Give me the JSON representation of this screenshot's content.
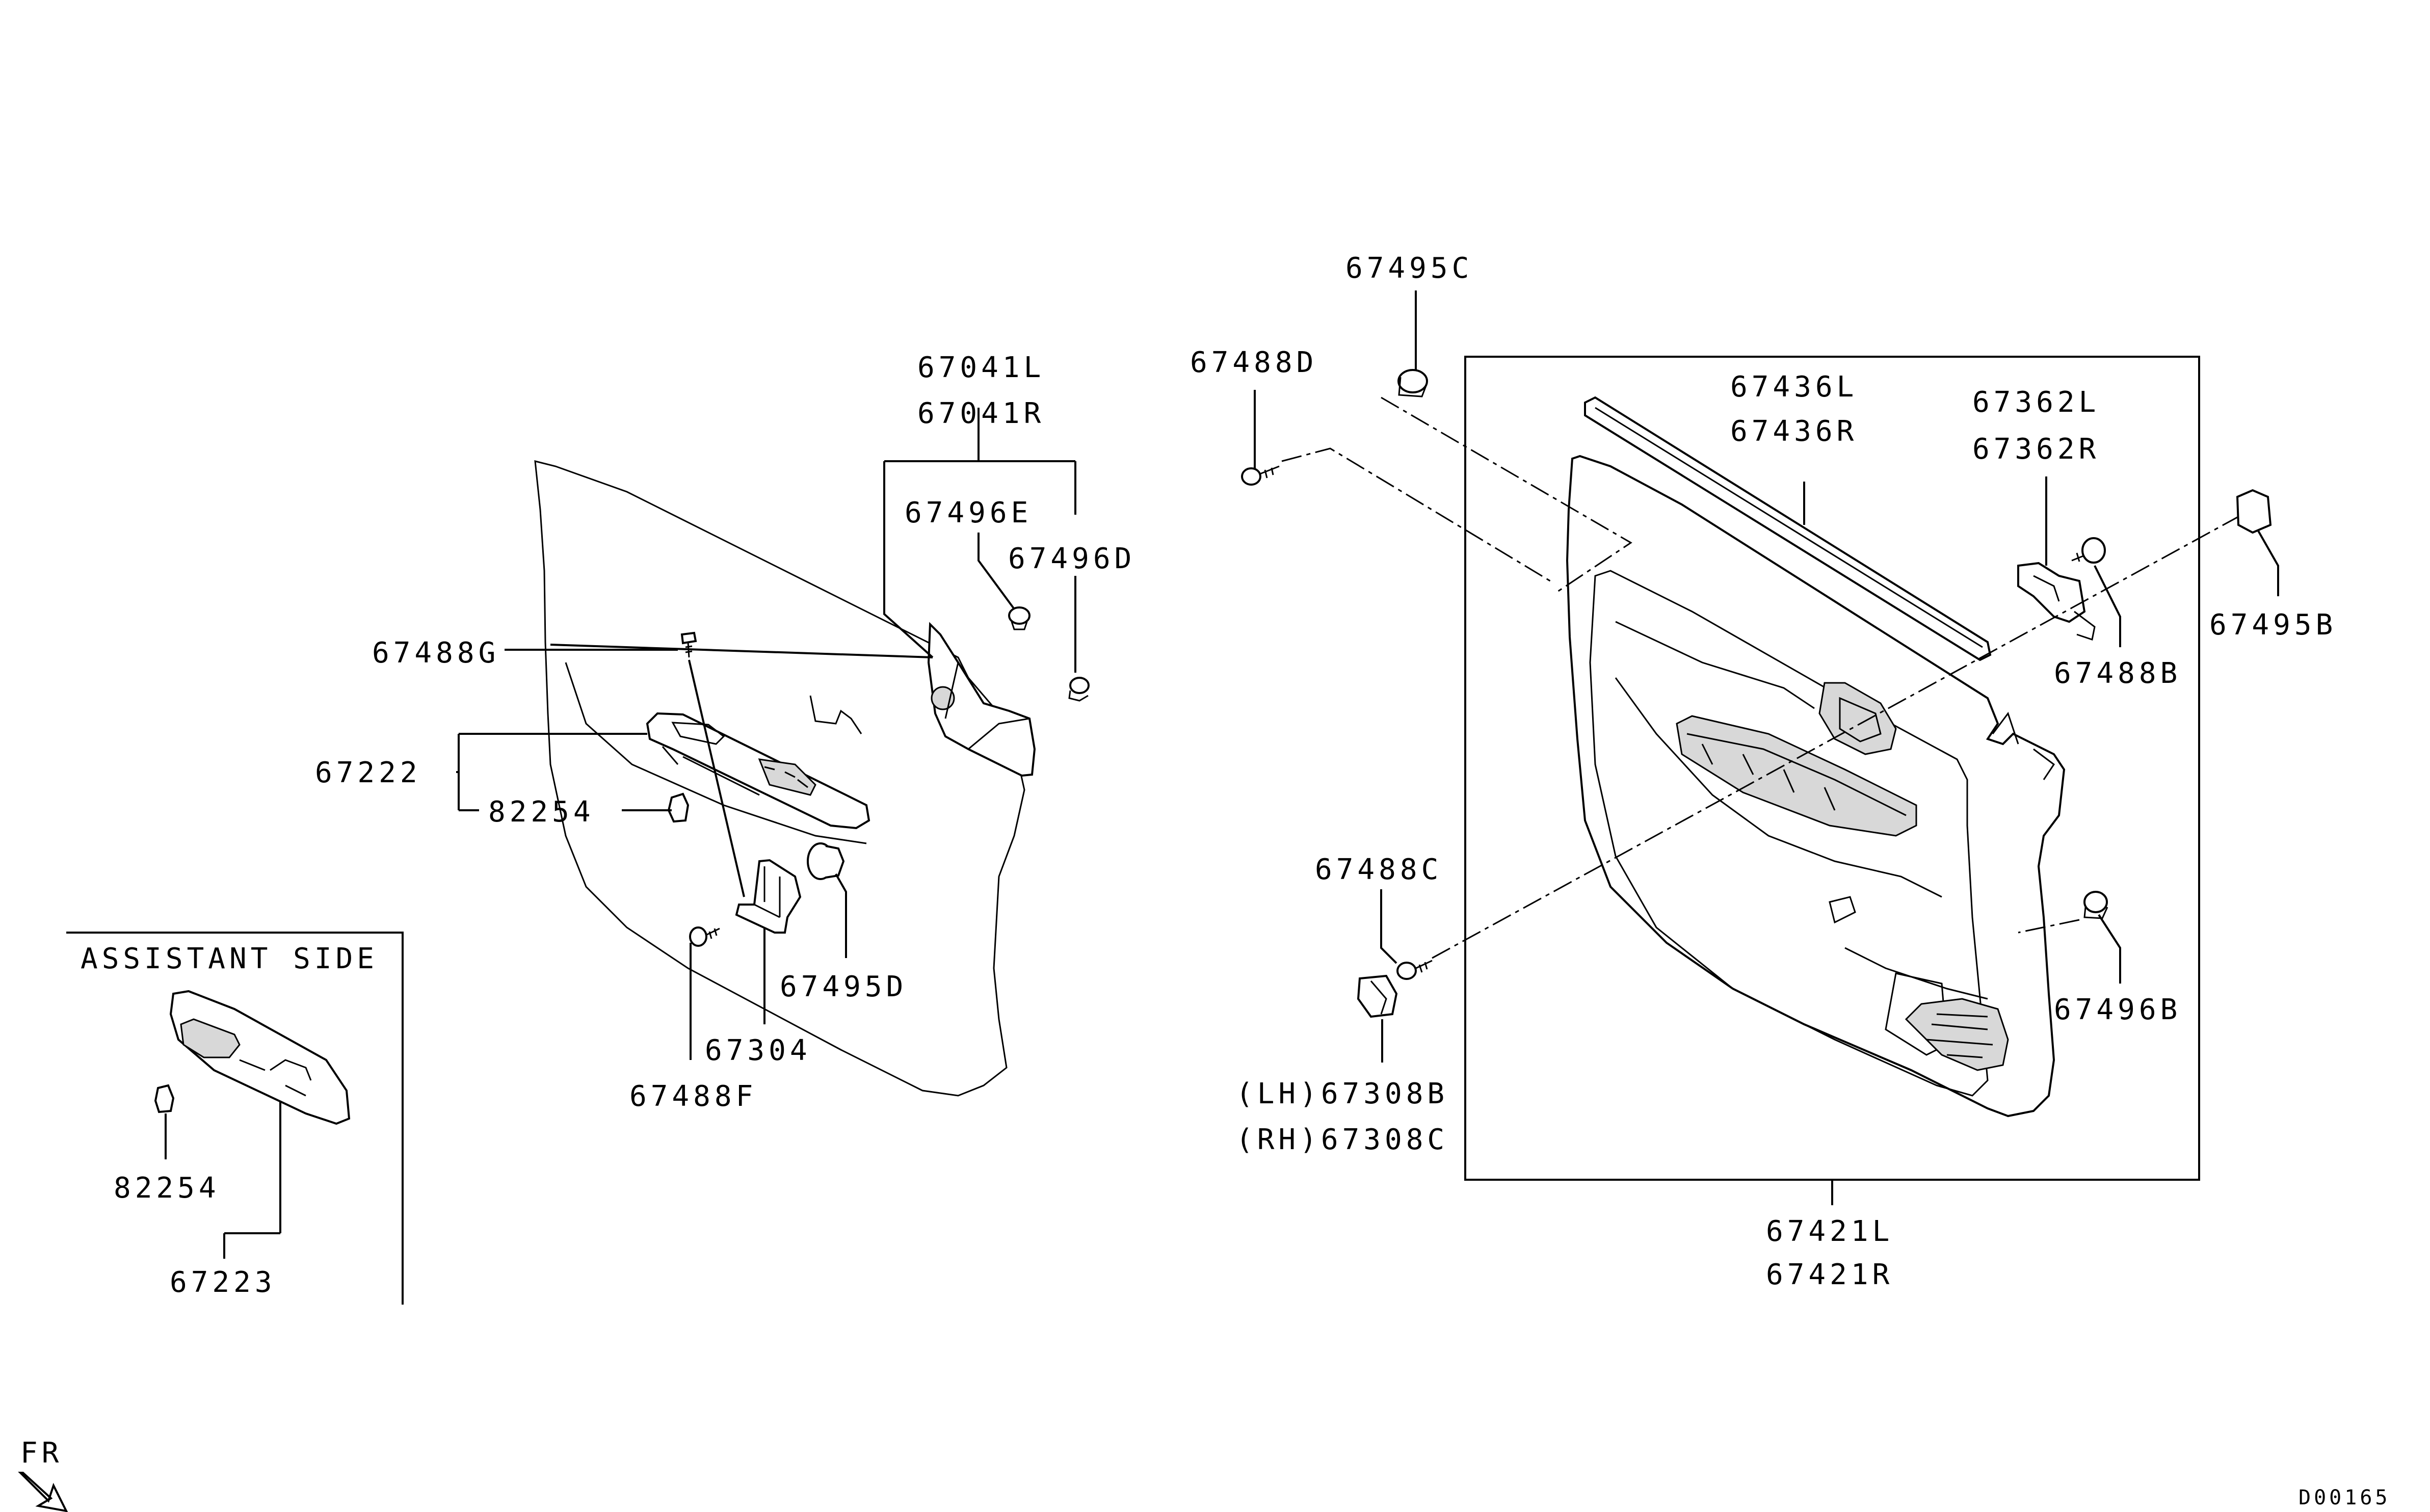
{
  "diagram_code": "D00165",
  "direction_label": "FR",
  "assistant_side_label": "ASSISTANT SIDE",
  "parts": {
    "p67041L": "67041L",
    "p67041R": "67041R",
    "p67496E": "67496E",
    "p67496D": "67496D",
    "p67488G": "67488G",
    "p67222": "67222",
    "p82254": "82254",
    "p67495D": "67495D",
    "p67304": "67304",
    "p67488F": "67488F",
    "p82254b": "82254",
    "p67223": "67223",
    "p67495C": "67495C",
    "p67488D": "67488D",
    "p67436L": "67436L",
    "p67436R": "67436R",
    "p67362L": "67362L",
    "p67362R": "67362R",
    "p67495B": "67495B",
    "p67488B": "67488B",
    "p67488C": "67488C",
    "p67496B": "67496B",
    "p67308B": "(LH)67308B",
    "p67308C": "(RH)67308C",
    "p67421L": "67421L",
    "p67421R": "67421R"
  }
}
